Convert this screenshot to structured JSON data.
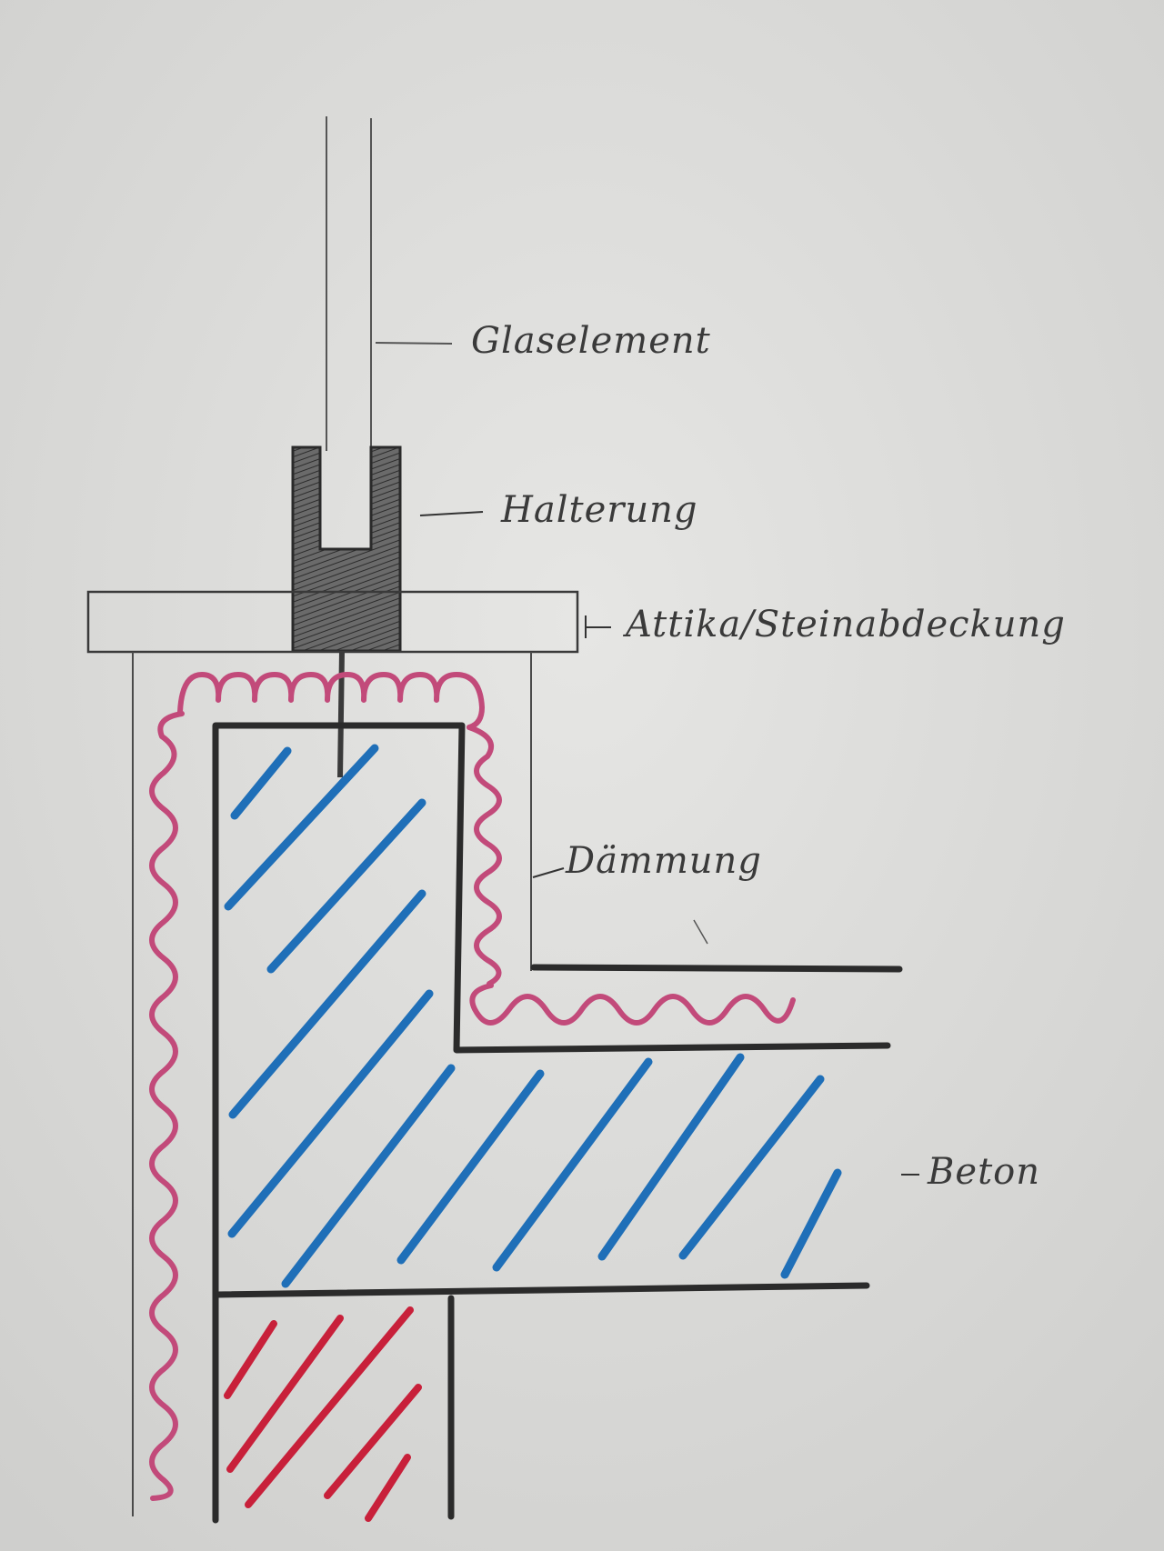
{
  "labels": {
    "glass": "Glaselement",
    "holder": "Halterung",
    "coping": "Attika/Steinabdeckung",
    "insulation": "Dämmung",
    "concrete": "Beton"
  },
  "colors": {
    "paper": "#dcdcda",
    "pencil": "#3a3a3a",
    "marker_black": "#2b2b2b",
    "insulation_pink": "#c24a7a",
    "concrete_blue": "#1f6fb8",
    "masonry_red": "#c8203a"
  }
}
